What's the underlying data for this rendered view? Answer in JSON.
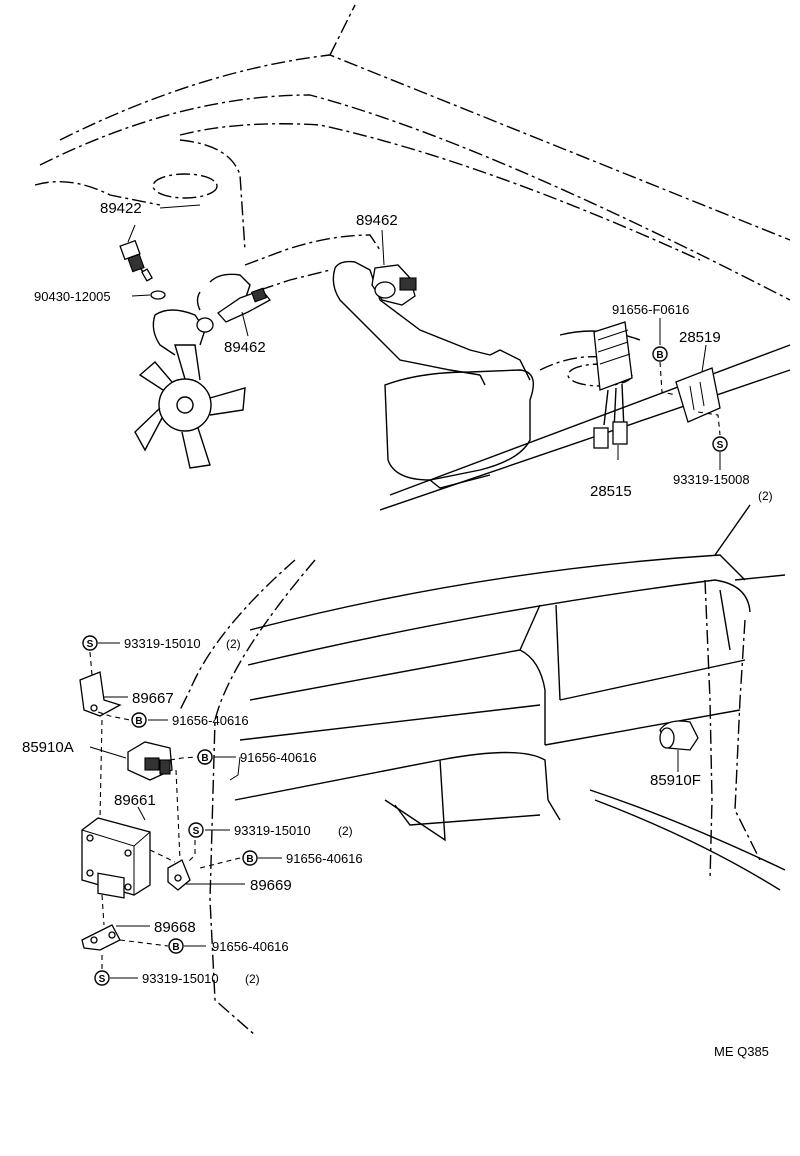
{
  "diagram": {
    "parts": {
      "p89422": "89422",
      "p90430": "90430-12005",
      "p89462a": "89462",
      "p89462b": "89462",
      "p91656f": "91656-F0616",
      "p28519": "28519",
      "p28515": "28515",
      "p93319_15008": "93319-15008",
      "p93319_15008_qty": "(2)",
      "p93319_top": "93319-15010",
      "p93319_top_qty": "(2)",
      "p89667": "89667",
      "p91656_a": "91656-40616",
      "p85910a": "85910A",
      "p91656_b": "91656-40616",
      "p89661": "89661",
      "p93319_mid": "93319-15010",
      "p93319_mid_qty": "(2)",
      "p91656_c": "91656-40616",
      "p89669": "89669",
      "p89668": "89668",
      "p91656_d": "91656-40616",
      "p93319_bot": "93319-15010",
      "p93319_bot_qty": "(2)",
      "p85910f": "85910F"
    },
    "symbols": {
      "bolt": "B",
      "screw": "S"
    },
    "figure_code": "ME Q385"
  }
}
